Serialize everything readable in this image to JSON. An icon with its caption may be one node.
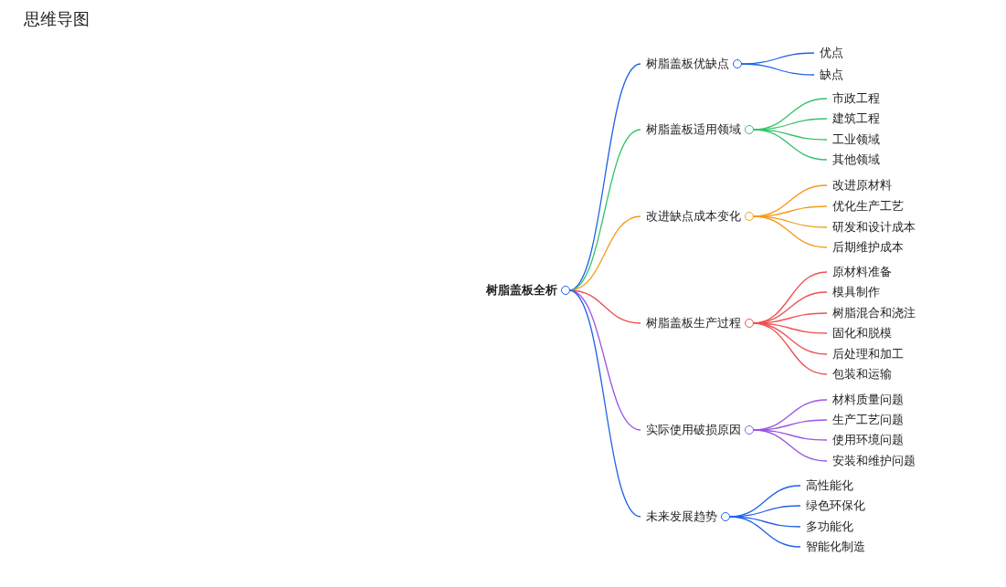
{
  "diagram": {
    "title": "思维导图",
    "nodes": [
      {
        "text": [
          "树脂盖板全析"
        ]
      },
      {
        "text": [
          "树脂盖板优缺点"
        ]
      },
      {
        "text": [
          "优点"
        ]
      },
      {
        "text": [
          "缺点"
        ]
      },
      {
        "text": [
          "树脂盖板适用领域"
        ]
      },
      {
        "text": [
          "市政工程"
        ]
      },
      {
        "text": [
          "建筑工程"
        ]
      },
      {
        "text": [
          "工业领域"
        ]
      },
      {
        "text": [
          "其他领域"
        ]
      },
      {
        "text": [
          "改进缺点成本变化"
        ]
      },
      {
        "text": [
          "改进原材料"
        ]
      },
      {
        "text": [
          "优化生产工艺"
        ]
      },
      {
        "text": [
          "研发和设计成本"
        ]
      },
      {
        "text": [
          "后期维护成本"
        ]
      },
      {
        "text": [
          "树脂盖板生产过程"
        ]
      },
      {
        "text": [
          "原材料准备"
        ]
      },
      {
        "text": [
          "模具制作"
        ]
      },
      {
        "text": [
          "树脂混合和浇注"
        ]
      },
      {
        "text": [
          "固化和脱模"
        ]
      },
      {
        "text": [
          "后处理和加工"
        ]
      },
      {
        "text": [
          "包装和运输"
        ]
      },
      {
        "text": [
          "实际使用破损原因"
        ]
      },
      {
        "text": [
          "材料质量问题"
        ]
      },
      {
        "text": [
          "生产工艺问题"
        ]
      },
      {
        "text": [
          "使用环境问题"
        ]
      },
      {
        "text": [
          "安装和维护问题"
        ]
      },
      {
        "text": [
          "未来发展趋势"
        ]
      },
      {
        "text": [
          "高性能化"
        ]
      },
      {
        "text": [
          "绿色环保化"
        ]
      },
      {
        "text": [
          "多功能化"
        ]
      },
      {
        "text": [
          "智能化制造"
        ]
      }
    ],
    "edges": [
      {
        "from": 0,
        "to": 1,
        "arrow": "none",
        "color": "#1f62e8"
      },
      {
        "from": 0,
        "to": 4,
        "arrow": "none",
        "color": "#35c46a"
      },
      {
        "from": 0,
        "to": 9,
        "arrow": "none",
        "color": "#f59b1b"
      },
      {
        "from": 0,
        "to": 14,
        "arrow": "none",
        "color": "#ee5050"
      },
      {
        "from": 0,
        "to": 21,
        "arrow": "none",
        "color": "#9b55e3"
      },
      {
        "from": 0,
        "to": 26,
        "arrow": "none",
        "color": "#1f62e8"
      },
      {
        "from": 1,
        "to": 2,
        "arrow": "none",
        "color": "#1f62e8"
      },
      {
        "from": 1,
        "to": 3,
        "arrow": "none",
        "color": "#1f62e8"
      },
      {
        "from": 4,
        "to": 5,
        "arrow": "none",
        "color": "#35c46a"
      },
      {
        "from": 4,
        "to": 6,
        "arrow": "none",
        "color": "#35c46a"
      },
      {
        "from": 4,
        "to": 7,
        "arrow": "none",
        "color": "#35c46a"
      },
      {
        "from": 4,
        "to": 8,
        "arrow": "none",
        "color": "#35c46a"
      },
      {
        "from": 9,
        "to": 10,
        "arrow": "none",
        "color": "#f59b1b"
      },
      {
        "from": 9,
        "to": 11,
        "arrow": "none",
        "color": "#f59b1b"
      },
      {
        "from": 9,
        "to": 12,
        "arrow": "none",
        "color": "#f59b1b"
      },
      {
        "from": 9,
        "to": 13,
        "arrow": "none",
        "color": "#f59b1b"
      },
      {
        "from": 14,
        "to": 15,
        "arrow": "none",
        "color": "#ee5050"
      },
      {
        "from": 14,
        "to": 16,
        "arrow": "none",
        "color": "#ee5050"
      },
      {
        "from": 14,
        "to": 17,
        "arrow": "none",
        "color": "#ee5050"
      },
      {
        "from": 14,
        "to": 18,
        "arrow": "none",
        "color": "#ee5050"
      },
      {
        "from": 14,
        "to": 19,
        "arrow": "none",
        "color": "#ee5050"
      },
      {
        "from": 14,
        "to": 20,
        "arrow": "none",
        "color": "#ee5050"
      },
      {
        "from": 21,
        "to": 22,
        "arrow": "none",
        "color": "#9b55e3"
      },
      {
        "from": 21,
        "to": 23,
        "arrow": "none",
        "color": "#9b55e3"
      },
      {
        "from": 21,
        "to": 24,
        "arrow": "none",
        "color": "#9b55e3"
      },
      {
        "from": 21,
        "to": 25,
        "arrow": "none",
        "color": "#9b55e3"
      },
      {
        "from": 26,
        "to": 27,
        "arrow": "none",
        "color": "#1f62e8"
      },
      {
        "from": 26,
        "to": 28,
        "arrow": "none",
        "color": "#1f62e8"
      },
      {
        "from": 26,
        "to": 29,
        "arrow": "none",
        "color": "#1f62e8"
      },
      {
        "from": 26,
        "to": 30,
        "arrow": "none",
        "color": "#1f62e8"
      }
    ]
  }
}
